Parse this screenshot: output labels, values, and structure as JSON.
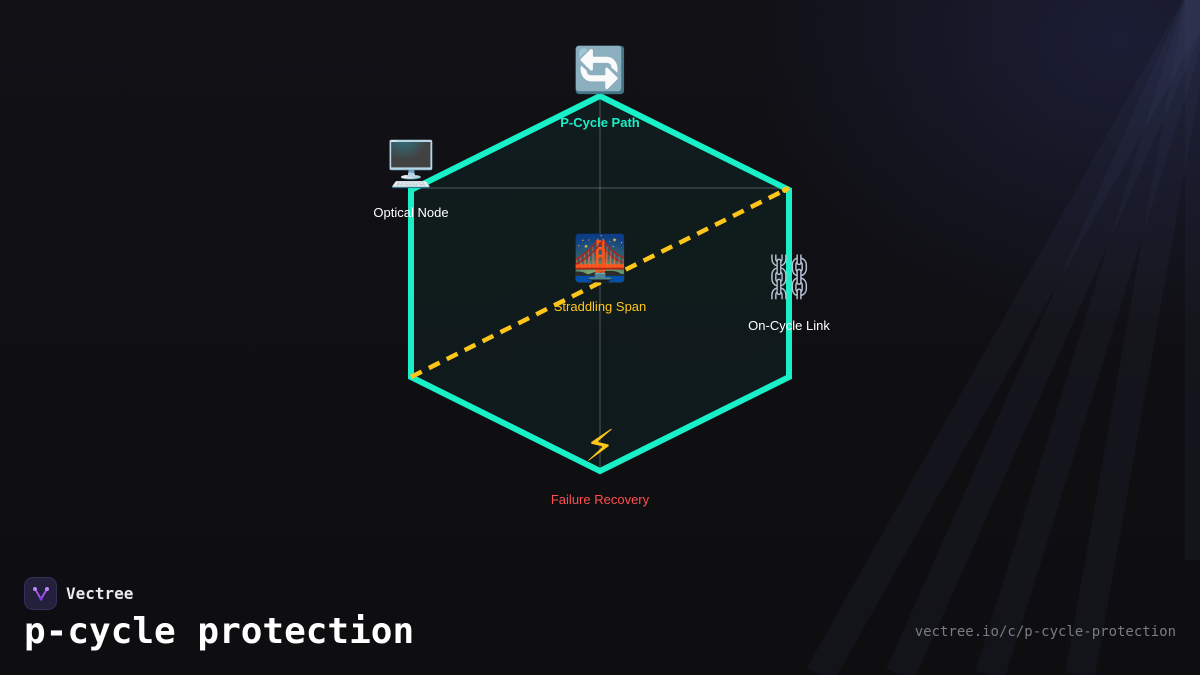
{
  "brand": {
    "name": "Vectree",
    "accent": "#a855f7"
  },
  "page": {
    "title": "p-cycle protection",
    "url": "vectree.io/c/p-cycle-protection"
  },
  "colors": {
    "cycle": "#19f0c8",
    "straddling": "#ffc61a",
    "failure": "#ff4d4f",
    "text": "#ffffff"
  },
  "diagram": {
    "nodes": [
      {
        "id": "top",
        "icon": "counterclockwise-arrows-icon",
        "glyph": "🔄",
        "label": "P-Cycle Path",
        "label_color": "#19f0c8",
        "label_weight": "bold"
      },
      {
        "id": "upper-left",
        "icon": "desktop-computer-icon",
        "glyph": "🖥️",
        "label": "Optical Node",
        "label_color": "#ffffff",
        "label_weight": "normal"
      },
      {
        "id": "center",
        "icon": "bridge-at-night-icon",
        "glyph": "🌉",
        "label": "Straddling Span",
        "label_color": "#ffc61a",
        "label_weight": "normal"
      },
      {
        "id": "right",
        "icon": "chain-link-icon",
        "glyph": "⛓",
        "label": "On-Cycle Link",
        "label_color": "#ffffff",
        "label_weight": "normal"
      },
      {
        "id": "bottom",
        "icon": "lightning-bolt-icon",
        "glyph": "⚡",
        "label": "Failure Recovery",
        "label_color": "#ff4d4f",
        "label_weight": "normal"
      }
    ]
  }
}
